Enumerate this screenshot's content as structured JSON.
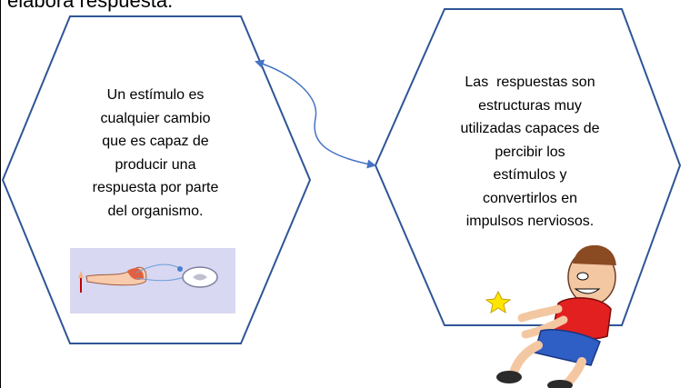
{
  "header": {
    "partial_text": "elabora respuesta."
  },
  "left_hexagon": {
    "lines": [
      "Un estímulo es",
      "cualquier cambio",
      "que es capaz de",
      "producir una",
      "respuesta por parte",
      "del organismo."
    ],
    "border_color": "#2f5597"
  },
  "right_hexagon": {
    "lines": [
      "Las  respuestas son",
      "estructuras muy",
      "utilizadas capaces de",
      "percibir los",
      "estímulos y",
      "convertirlos en",
      "impulsos nerviosos."
    ],
    "border_color": "#2f5597"
  },
  "connector": {
    "color": "#4472c4",
    "style": "double-headed curved arrow"
  },
  "images": {
    "reflex_arc": "arm-reflex-arc-illustration",
    "cartoon": "man-in-pain-cartoon"
  }
}
